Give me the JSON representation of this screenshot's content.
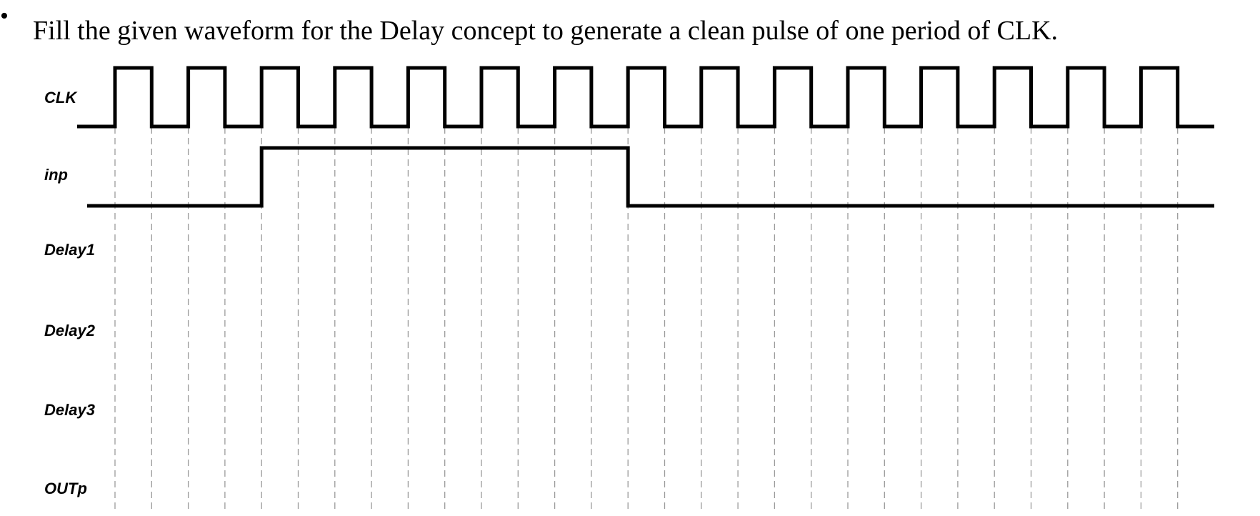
{
  "question": {
    "bullet": "•",
    "text": "Fill the given waveform for the Delay concept to generate a clean pulse of one period of CLK."
  },
  "timing_diagram": {
    "clock_periods_shown": 15,
    "signals": [
      {
        "name": "CLK",
        "kind": "clock",
        "high_half_periods": [],
        "starts_low": true
      },
      {
        "name": "inp",
        "kind": "pulse",
        "rises_at_half_period": 4,
        "falls_at_half_period": 14
      },
      {
        "name": "Delay1",
        "kind": "blank"
      },
      {
        "name": "Delay2",
        "kind": "blank"
      },
      {
        "name": "Delay3",
        "kind": "blank"
      },
      {
        "name": "OUTp",
        "kind": "blank"
      }
    ],
    "line_color": "#000000",
    "grid_color": "#9a9a9a"
  }
}
